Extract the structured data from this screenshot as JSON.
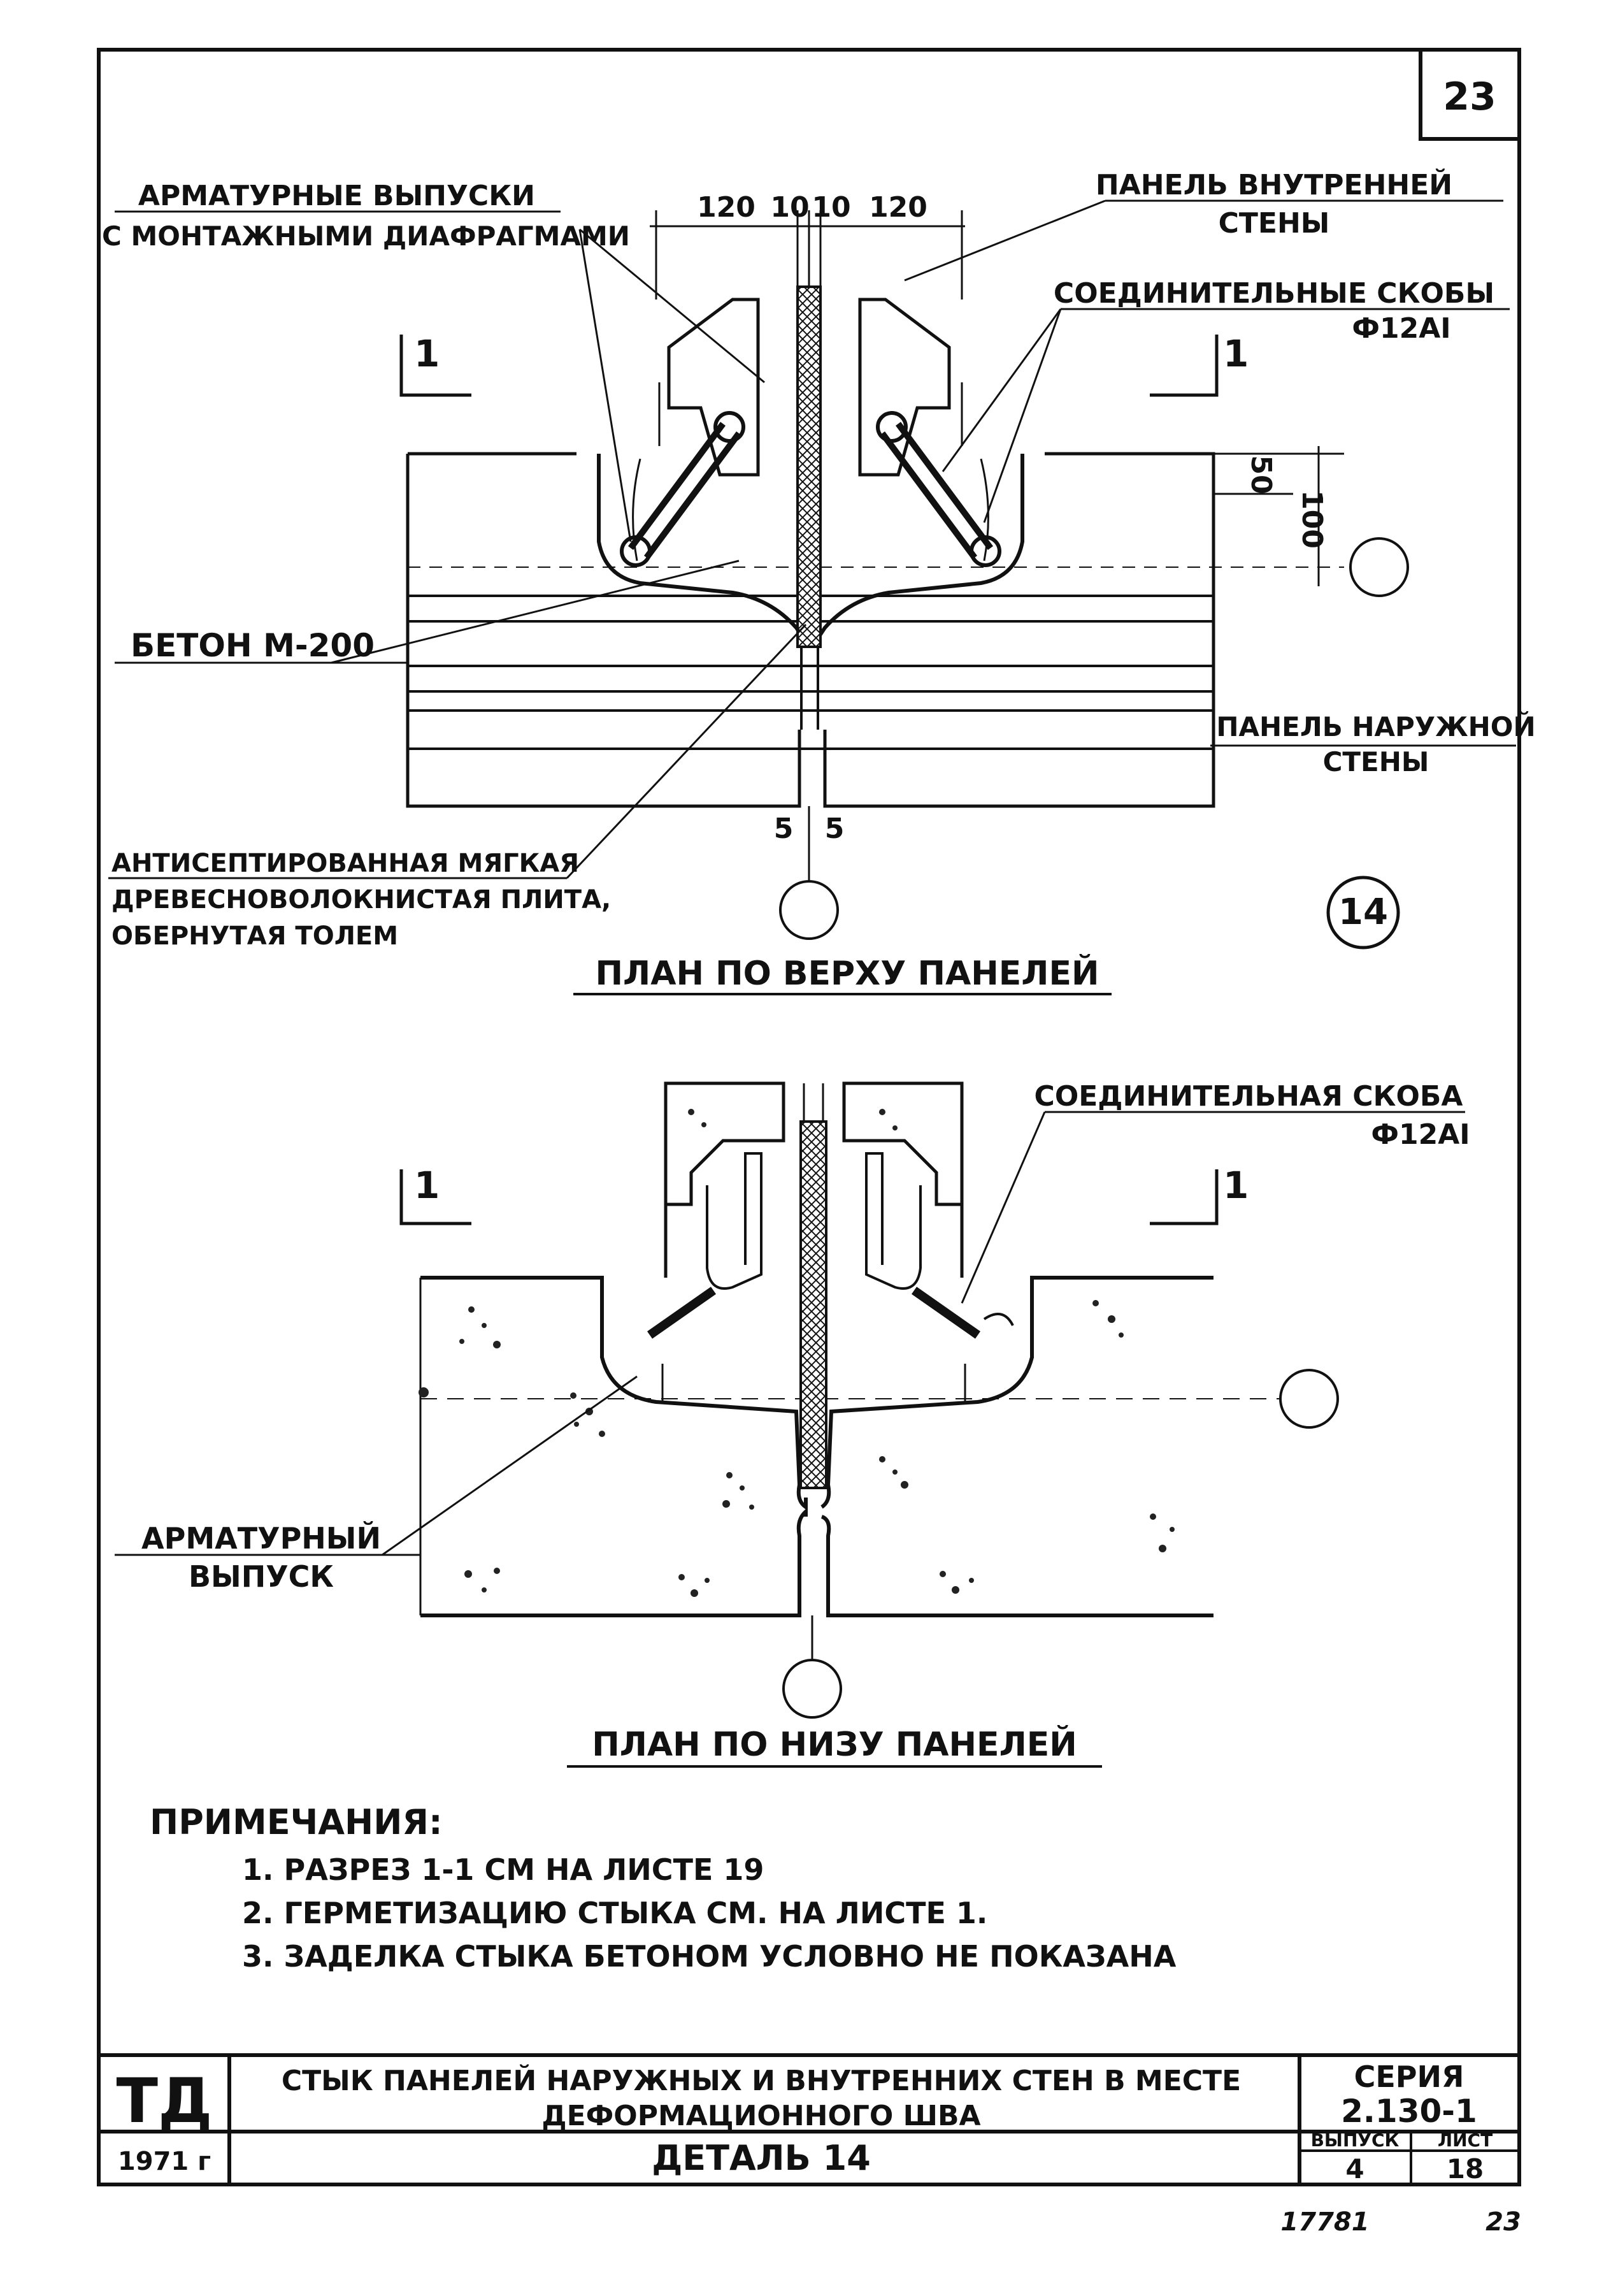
{
  "sheet": {
    "page_number": "23",
    "stamp_number": "17781",
    "stamp_page": "23"
  },
  "top_plan": {
    "title": "ПЛАН ПО ВЕРХУ ПАНЕЛЕЙ",
    "detail_marker": "14",
    "dims": {
      "d1": "120",
      "d2": "10",
      "d3": "10",
      "d4": "120",
      "v50": "50",
      "v100": "100",
      "b1": "5",
      "b2": "5"
    },
    "section_mark": "1",
    "labels": {
      "rebar_outlets_1": "АРМАТУРНЫЕ ВЫПУСКИ",
      "rebar_outlets_2": "С МОНТАЖНЫМИ ДИАФРАГМАМИ",
      "inner_panel_1": "ПАНЕЛЬ ВНУТРЕННЕЙ",
      "inner_panel_2": "СТЕНЫ",
      "brackets_1": "СОЕДИНИТЕЛЬНЫЕ СКОБЫ",
      "brackets_2": "Ф12АI",
      "concrete": "БЕТОН М-200",
      "outer_panel_1": "ПАНЕЛЬ НАРУЖНОЙ",
      "outer_panel_2": "СТЕНЫ",
      "board_1": "АНТИСЕПТИРОВАННАЯ МЯГКАЯ",
      "board_2": "ДРЕВЕСНОВОЛОКНИСТАЯ ПЛИТА,",
      "board_3": "ОБЕРНУТАЯ ТОЛЕМ"
    }
  },
  "bottom_plan": {
    "title": "ПЛАН ПО НИЗУ ПАНЕЛЕЙ",
    "section_mark": "1",
    "labels": {
      "bracket_1": "СОЕДИНИТЕЛЬНАЯ СКОБА",
      "bracket_2": "Ф12АI",
      "rebar_1": "АРМАТУРНЫЙ",
      "rebar_2": "ВЫПУСК"
    }
  },
  "notes": {
    "heading": "ПРИМЕЧАНИЯ:",
    "items": [
      "1. РАЗРЕЗ 1-1 СМ НА ЛИСТЕ 19",
      "2. ГЕРМЕТИЗАЦИЮ СТЫКА СМ. НА ЛИСТЕ 1.",
      "3. ЗАДЕЛКА СТЫКА БЕТОНОМ УСЛОВНО НЕ ПОКАЗАНА"
    ]
  },
  "title_block": {
    "org": "ТД",
    "year": "1971 г",
    "title_1": "СТЫК ПАНЕЛЕЙ НАРУЖНЫХ И ВНУТРЕННИХ СТЕН В МЕСТЕ",
    "title_2": "ДЕФОРМАЦИОННОГО ШВА",
    "subtitle": "ДЕТАЛЬ 14",
    "series_label": "СЕРИЯ",
    "series_value": "2.130-1",
    "issue_label": "ВЫПУСК",
    "issue_value": "4",
    "sheet_label": "ЛИСТ",
    "sheet_value": "18"
  }
}
